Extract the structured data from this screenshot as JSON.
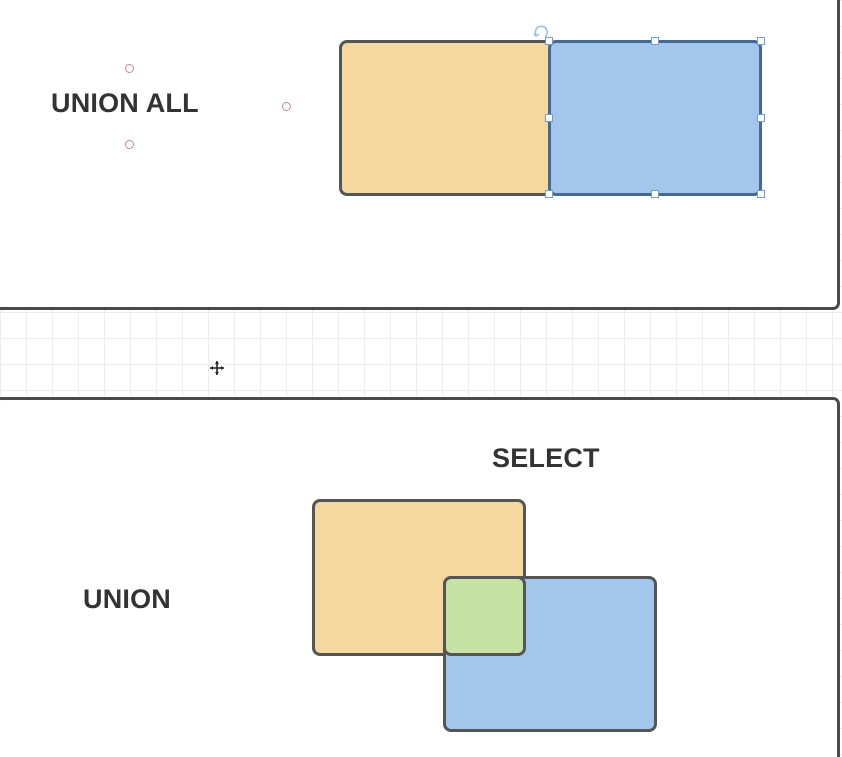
{
  "canvas": {
    "top_panel": {
      "label": "UNION ALL"
    },
    "bottom_panel": {
      "label": "UNION",
      "caption": "SELECT"
    }
  },
  "colors": {
    "left_set": "#f5d7a0",
    "right_set": "#a3c6ed",
    "overlap": "#c6e3a6",
    "outline": "#555555",
    "selection_handle": "#6b9fd6",
    "connection_point": "#c48a9a"
  },
  "icons": {
    "rotate": "rotate-handle-icon",
    "move_cursor": "move-cursor-icon",
    "connection_point": "connection-point-icon"
  }
}
